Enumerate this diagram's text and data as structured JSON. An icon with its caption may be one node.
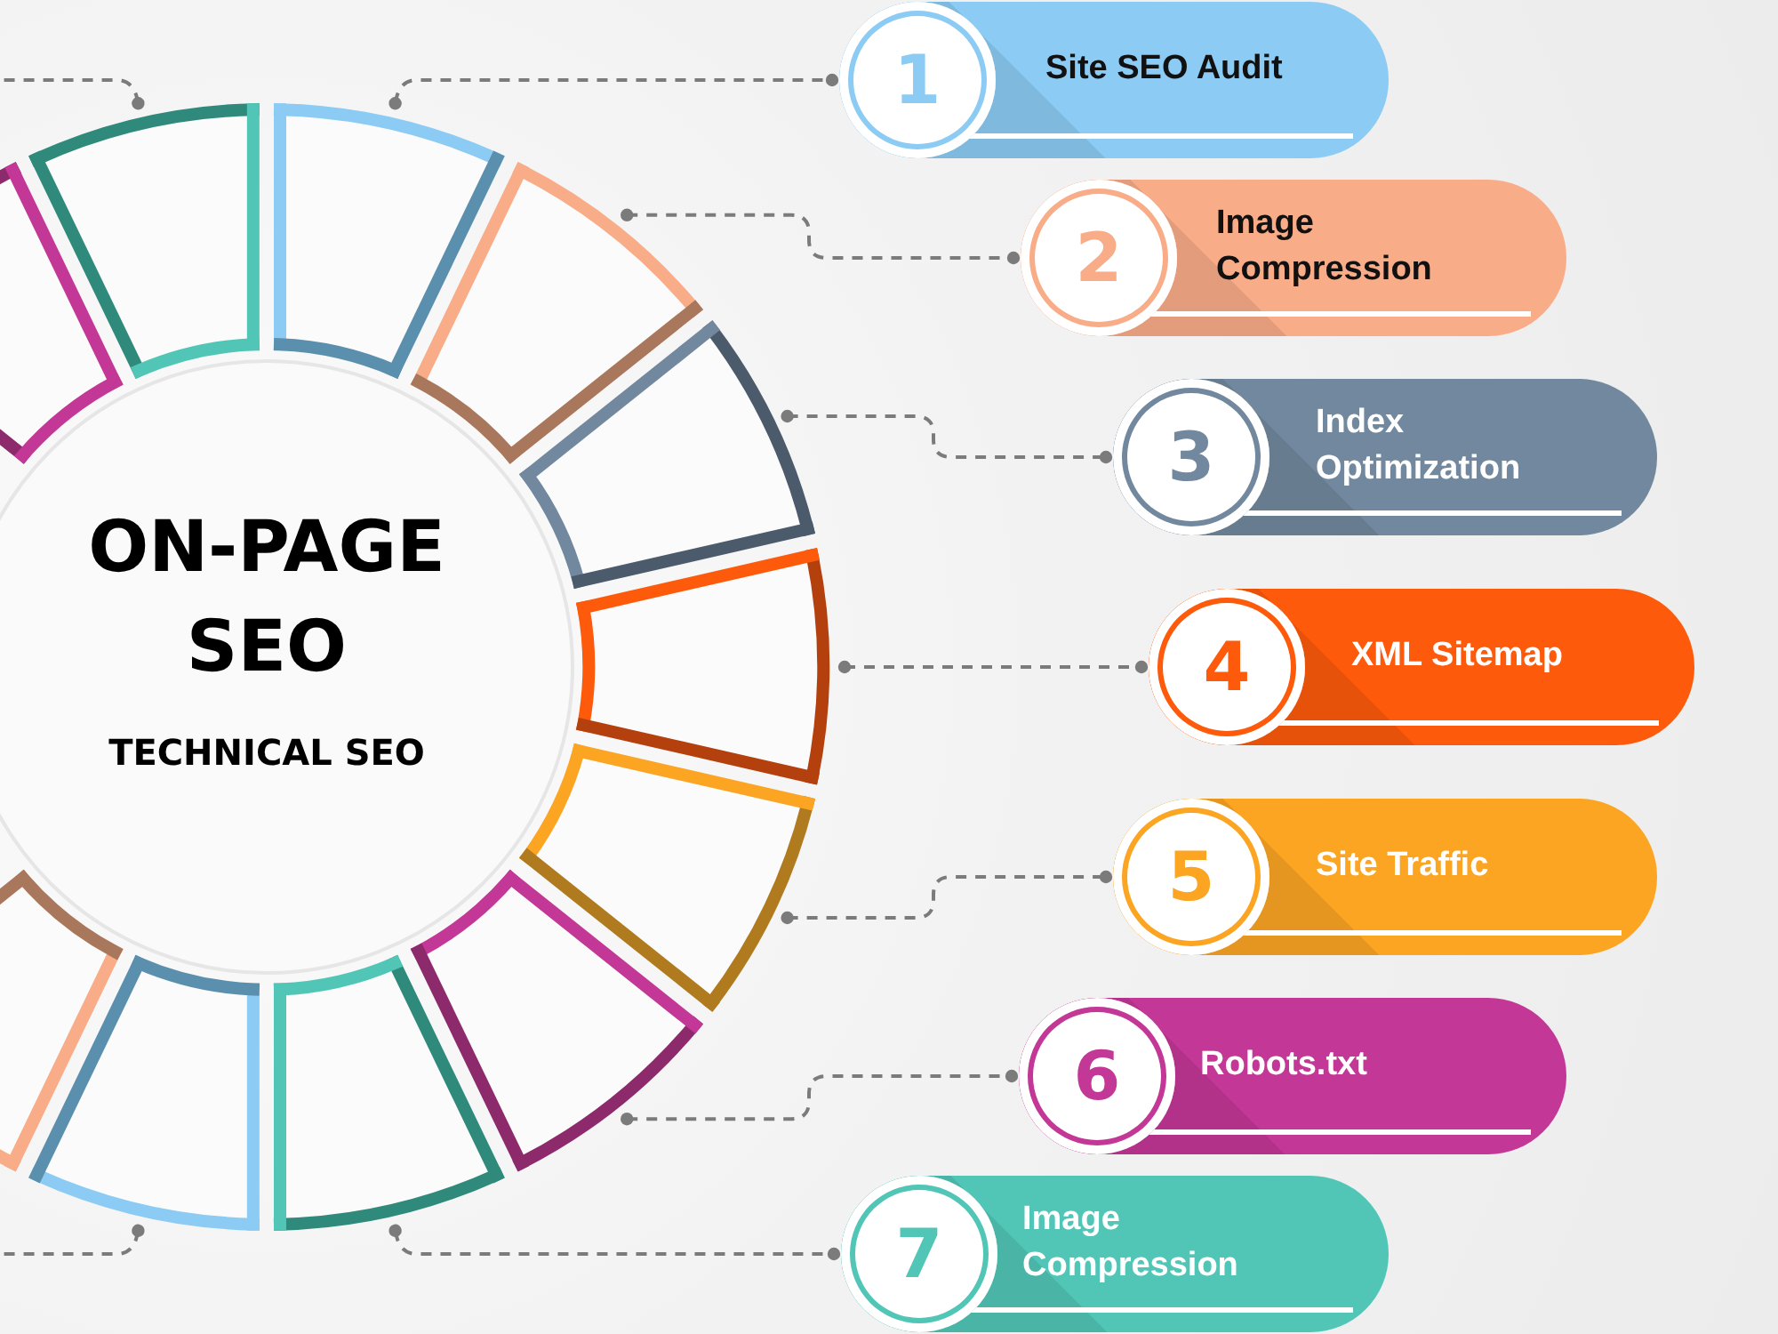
{
  "diagram": {
    "nodes": [
      {
        "text": [
          "ON-PAGE SEO",
          "TECHNICAL SEO"
        ]
      },
      {
        "text": [],
        "shape": "box"
      },
      {
        "text": [],
        "shape": "box"
      },
      {
        "text": [],
        "shape": "box"
      },
      {
        "text": [],
        "shape": "box"
      },
      {
        "text": [],
        "shape": "box"
      },
      {
        "text": [],
        "shape": "box"
      },
      {
        "text": [],
        "shape": "box"
      },
      {
        "text": [],
        "shape": "box"
      },
      {
        "text": [],
        "shape": "box"
      },
      {
        "text": [],
        "shape": "box"
      },
      {
        "text": [],
        "shape": "box"
      },
      {
        "text": [
          "1",
          "Site SEO Audit"
        ]
      },
      {
        "text": [
          "2",
          "Image Compression"
        ]
      },
      {
        "text": [
          "3",
          "Index Optimization"
        ]
      },
      {
        "text": [
          "4",
          "XML Sitemap"
        ]
      },
      {
        "text": [
          "5",
          "Site Traffic"
        ]
      },
      {
        "text": [
          "6",
          "Robots.txt"
        ]
      },
      {
        "text": [
          "7",
          "Image Compression"
        ]
      }
    ],
    "edges": [
      {
        "from": 2,
        "to": null,
        "arrow": "other",
        "style": "dashed"
      },
      {
        "from": 3,
        "to": 12,
        "arrow": "other",
        "style": "dashed"
      },
      {
        "from": 4,
        "to": 13,
        "arrow": "other",
        "style": "dashed"
      },
      {
        "from": 5,
        "to": 14,
        "arrow": "other",
        "style": "dashed"
      },
      {
        "from": 6,
        "to": 15,
        "arrow": "other",
        "style": "dashed"
      },
      {
        "from": 7,
        "to": 16,
        "arrow": "other",
        "style": "dashed"
      },
      {
        "from": 8,
        "to": 17,
        "arrow": "other",
        "style": "dashed"
      },
      {
        "from": 9,
        "to": 18,
        "arrow": "other",
        "style": "dashed"
      },
      {
        "from": 10,
        "to": null,
        "arrow": "other",
        "style": "dashed"
      }
    ]
  }
}
